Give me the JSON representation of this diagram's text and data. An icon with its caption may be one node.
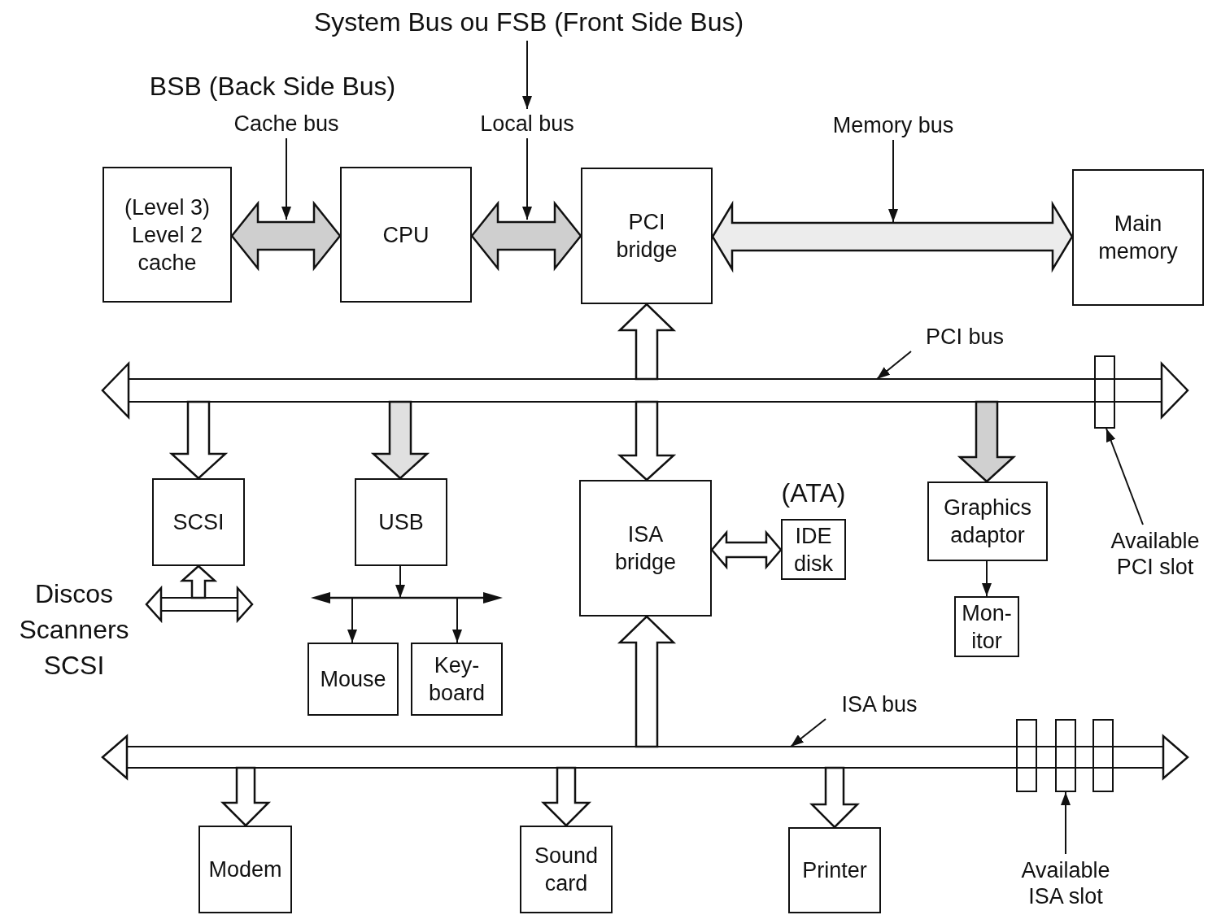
{
  "diagram": {
    "nodes": [
      {
        "text": [
          "(Level 3)",
          "Level 2 cache"
        ]
      },
      {
        "text": [
          "CPU"
        ]
      },
      {
        "text": [
          "PCI bridge"
        ]
      },
      {
        "text": [
          "Main memory"
        ]
      },
      {
        "text": [],
        "shape": "bar"
      },
      {
        "text": [
          "SCSI"
        ]
      },
      {
        "text": [
          "USB"
        ]
      },
      {
        "text": [
          "ISA bridge"
        ]
      },
      {
        "text": [
          "IDE disk"
        ]
      },
      {
        "text": [
          "Graphics adaptor"
        ]
      },
      {
        "text": [],
        "shape": "bar"
      },
      {
        "text": [],
        "shape": "line"
      },
      {
        "text": [
          "Mon- itor"
        ]
      },
      {
        "text": [
          "Mouse"
        ]
      },
      {
        "text": [
          "Key- board"
        ]
      },
      {
        "text": [],
        "shape": "bar"
      },
      {
        "text": [
          "Modem"
        ]
      },
      {
        "text": [
          "Sound card"
        ]
      },
      {
        "text": [
          "Printer"
        ]
      },
      {
        "text": [],
        "shape": "box"
      },
      {
        "text": [],
        "shape": "box"
      },
      {
        "text": [],
        "shape": "box"
      },
      {
        "text": [],
        "shape": "box"
      },
      {
        "text": [
          "System Bus ou FSB (Front Side Bus)"
        ]
      },
      {
        "text": [
          "Cache bus"
        ]
      },
      {
        "text": [
          "Local bus"
        ]
      },
      {
        "text": [
          "Memory bus"
        ]
      },
      {
        "text": [
          "PCI bus"
        ]
      },
      {
        "text": [
          "Available PCI slot"
        ]
      },
      {
        "text": [
          "ISA bus"
        ]
      },
      {
        "text": [
          "Available ISA slot"
        ]
      }
    ],
    "edges": [
      {
        "from": 0,
        "to": 1,
        "arrow": "both",
        "style": "thick"
      },
      {
        "from": 1,
        "to": 2,
        "arrow": "both",
        "style": "thick"
      },
      {
        "from": 2,
        "to": 3,
        "arrow": "both",
        "style": "thick"
      },
      {
        "from": 4,
        "to": 2,
        "arrow": "to",
        "style": "thick"
      },
      {
        "from": 4,
        "to": 5,
        "arrow": "to",
        "style": "thick"
      },
      {
        "from": 4,
        "to": 6,
        "arrow": "to",
        "style": "thick"
      },
      {
        "from": 4,
        "to": 7,
        "arrow": "to",
        "style": "thick"
      },
      {
        "from": 4,
        "to": 9,
        "arrow": "to",
        "style": "thick"
      },
      {
        "from": 7,
        "to": 8,
        "arrow": "both",
        "style": "thick"
      },
      {
        "from": 10,
        "to": 5,
        "arrow": "to",
        "style": "thick"
      },
      {
        "from": 6,
        "to": 11,
        "arrow": "to"
      },
      {
        "from": 11,
        "to": 13,
        "arrow": "to"
      },
      {
        "from": 11,
        "to": 14,
        "arrow": "to"
      },
      {
        "from": 9,
        "to": 12,
        "arrow": "to"
      },
      {
        "from": 15,
        "to": 7,
        "arrow": "to",
        "style": "thick"
      },
      {
        "from": 15,
        "to": 16,
        "arrow": "to",
        "style": "thick"
      },
      {
        "from": 15,
        "to": 17,
        "arrow": "to",
        "style": "thick"
      },
      {
        "from": 15,
        "to": 18,
        "arrow": "to",
        "style": "thick"
      },
      {
        "from": 23,
        "to": 25,
        "arrow": "to"
      },
      {
        "from": 24,
        "to": null,
        "arrow": "to"
      },
      {
        "from": 25,
        "to": null,
        "arrow": "to"
      },
      {
        "from": 26,
        "to": null,
        "arrow": "to"
      },
      {
        "from": 27,
        "to": 4,
        "arrow": "to"
      },
      {
        "from": 28,
        "to": 19,
        "arrow": "to"
      },
      {
        "from": 29,
        "to": 15,
        "arrow": "to"
      },
      {
        "from": 30,
        "to": 21,
        "arrow": "to"
      },
      {
        "from": 4,
        "to": null,
        "arrow": "to",
        "style": "thick"
      },
      {
        "from": 4,
        "to": null,
        "arrow": "to",
        "style": "thick"
      },
      {
        "from": 10,
        "to": null,
        "arrow": "to",
        "style": "thick"
      },
      {
        "from": 10,
        "to": null,
        "arrow": "to",
        "style": "thick"
      },
      {
        "from": 15,
        "to": null,
        "arrow": "to",
        "style": "thick"
      },
      {
        "from": 15,
        "to": null,
        "arrow": "to",
        "style": "thick"
      }
    ],
    "labels": [
      "BSB (Back Side Bus)",
      "(ATA)",
      "Discos Scanners SCSI"
    ]
  }
}
